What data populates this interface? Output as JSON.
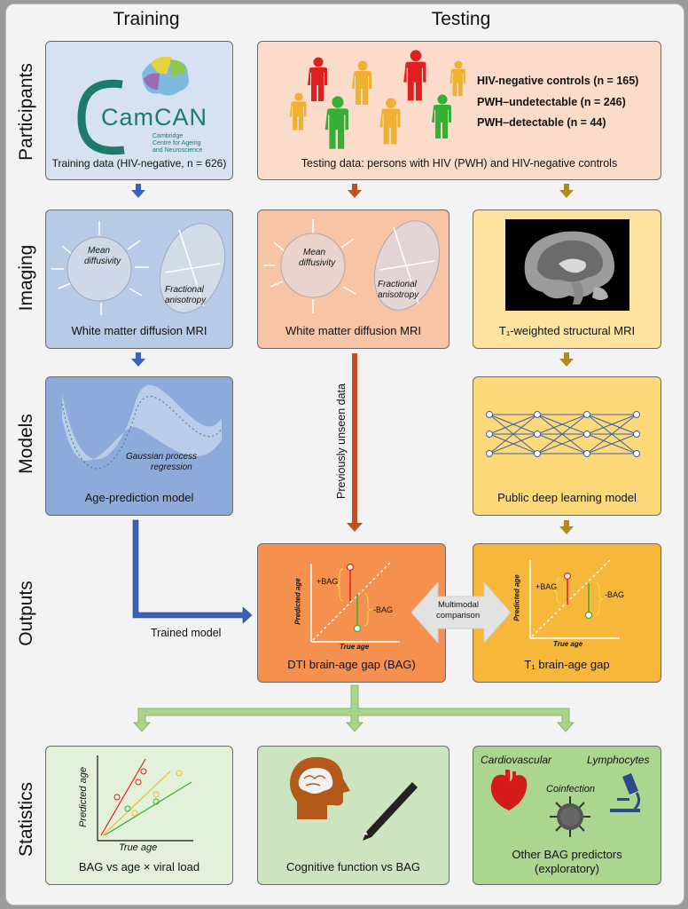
{
  "columns": {
    "training": "Training",
    "testing": "Testing"
  },
  "rows": {
    "participants": "Participants",
    "imaging": "Imaging",
    "models": "Models",
    "outputs": "Outputs",
    "statistics": "Statistics"
  },
  "participants": {
    "logo": {
      "main": "CamCAN",
      "sub1": "Cambridge",
      "sub2": "Centre for Ageing",
      "sub3": "and Neuroscience"
    },
    "training_caption": "Training data (HIV-negative, n = 626)",
    "groups": [
      "HIV-negative controls (n = 165)",
      "PWH–undetectable (n = 246)",
      "PWH–detectable (n = 44)"
    ],
    "testing_caption": "Testing data: persons with HIV (PWH) and HIV-negative controls",
    "colors": {
      "negative": "#f0b030",
      "undetectable": "#35b035",
      "detectable": "#e02020"
    }
  },
  "imaging": {
    "md_label": [
      "Mean",
      "diffusivity"
    ],
    "fa_label": [
      "Fractional",
      "anisotropy"
    ],
    "train_caption": "White matter diffusion MRI",
    "test_caption": "White matter diffusion MRI",
    "t1_caption": "T₁-weighted structural MRI"
  },
  "models": {
    "gpr_label": [
      "Gaussian process",
      "regression"
    ],
    "age_caption": "Age-prediction model",
    "unseen": "Previously unseen data",
    "dl_caption": "Public deep learning model"
  },
  "outputs": {
    "trained_model": "Trained model",
    "axis_y": "Predicted age",
    "axis_x": "True age",
    "pos_bag": "+BAG",
    "neg_bag": "-BAG",
    "multimodal": [
      "Multimodal",
      "comparison"
    ],
    "dti_caption": "DTI brain-age gap (BAG)",
    "t1_caption": "T₁ brain-age gap"
  },
  "statistics": {
    "axis_y": "Predicted age",
    "axis_x": "True age",
    "bag_caption": "BAG vs age × viral load",
    "cog_caption": "Cognitive function vs BAG",
    "cardio": "Cardiovascular",
    "lympho": "Lymphocytes",
    "coinf": "Coinfection",
    "other_caption": [
      "Other BAG predictors",
      "(exploratory)"
    ]
  },
  "icons": [
    "person-icon",
    "brain-icon",
    "pencil-icon",
    "heart-icon",
    "virus-icon",
    "microscope-icon",
    "mri-brain-icon",
    "neural-network-icon"
  ],
  "arrow_colors": {
    "blue": "#3a63b8",
    "rust": "#c0501f",
    "gold": "#b38a1a",
    "green": "#8fc06a",
    "grey": "#cfcfcf"
  }
}
